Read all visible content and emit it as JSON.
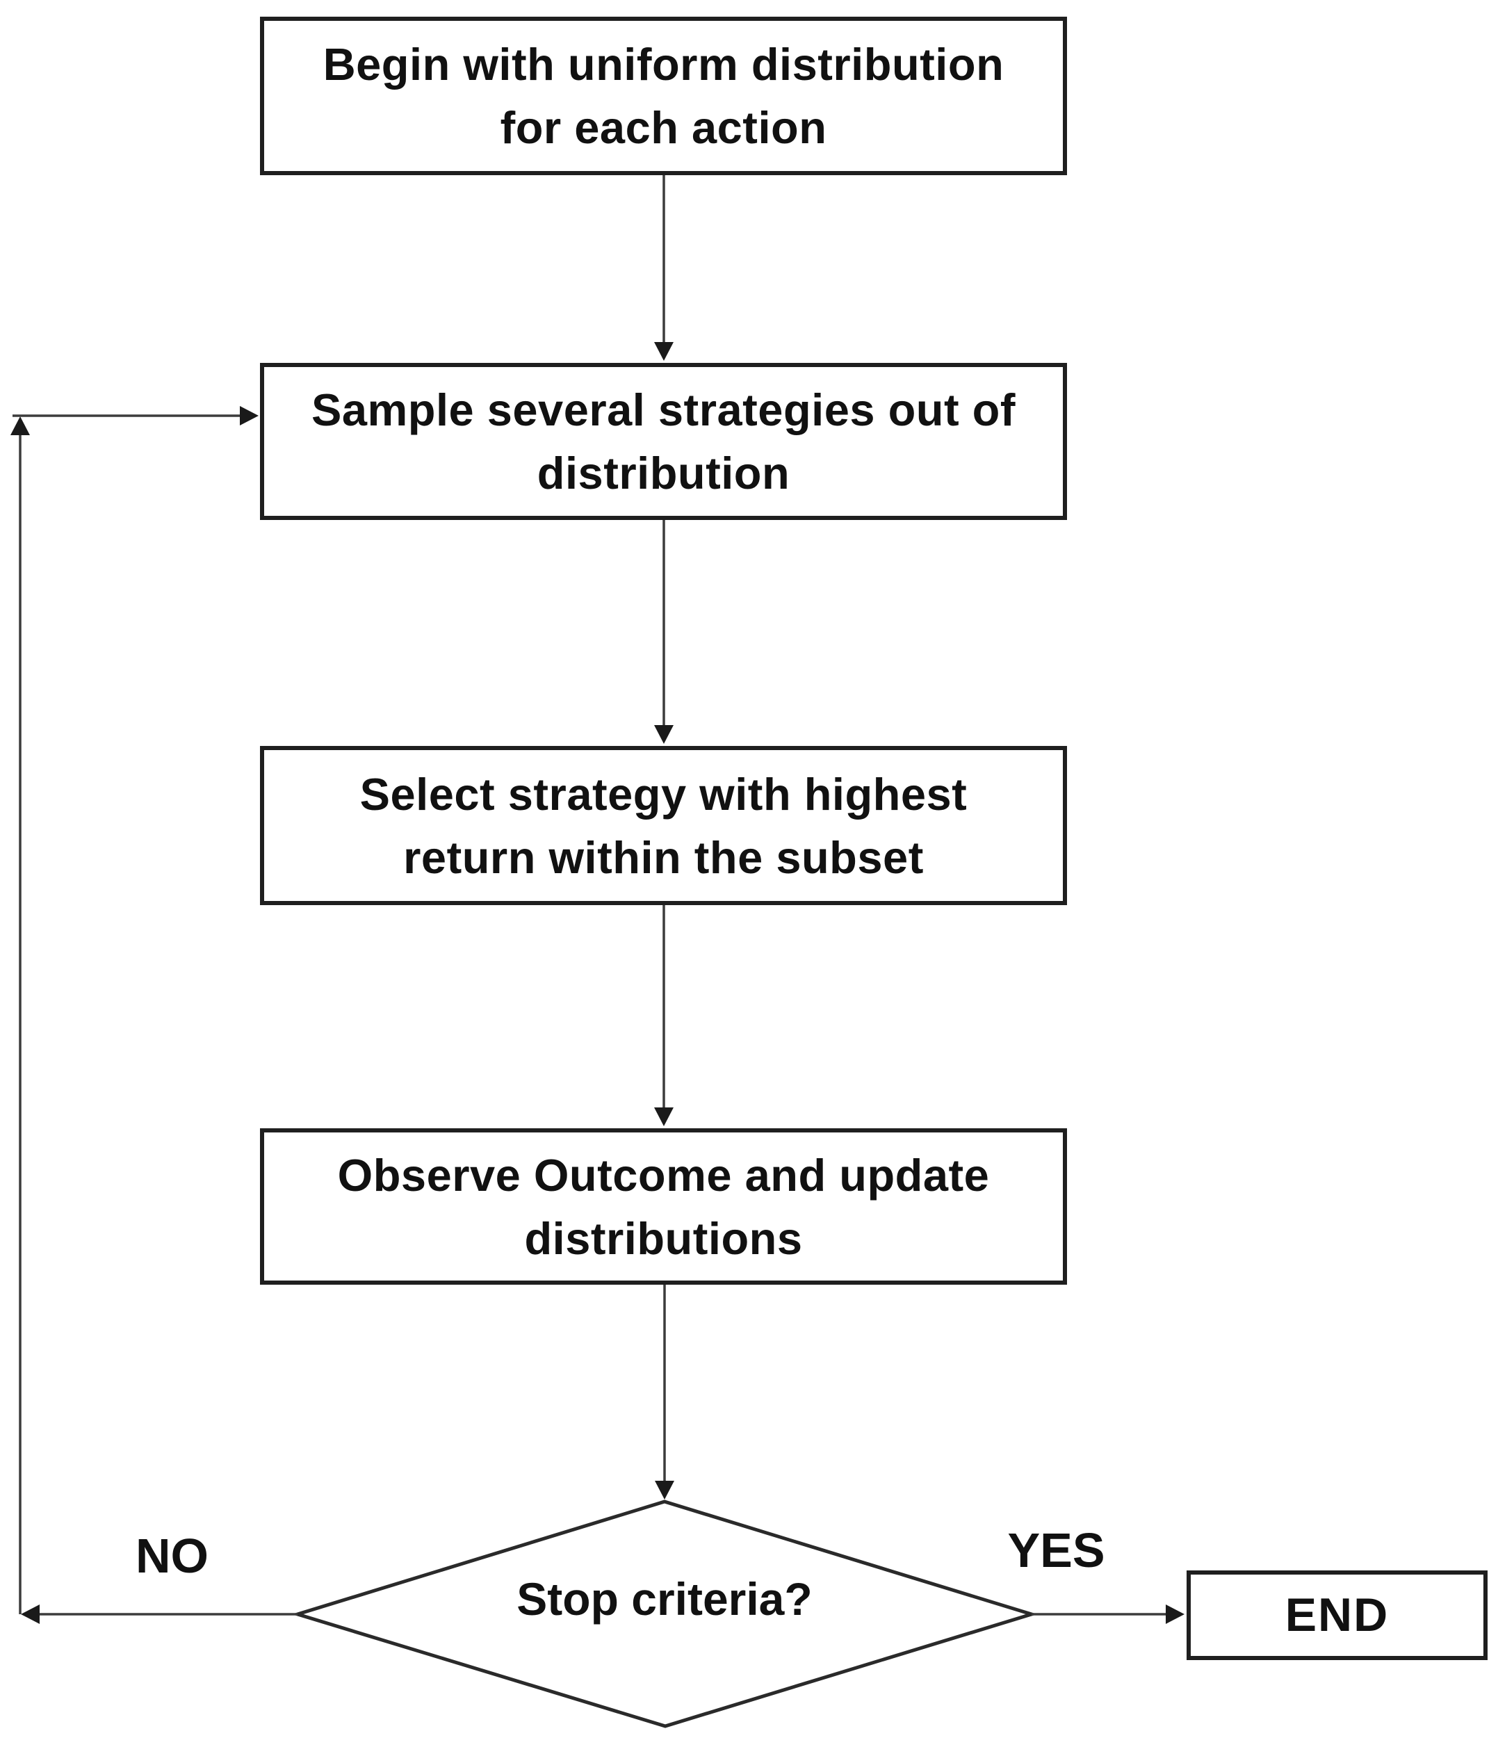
{
  "diagram": {
    "type": "flowchart",
    "nodes": [
      {
        "id": "begin",
        "shape": "process",
        "label": "Begin with uniform distribution\nfor each action"
      },
      {
        "id": "sample",
        "shape": "process",
        "label": "Sample several strategies out of\ndistribution"
      },
      {
        "id": "select",
        "shape": "process",
        "label": "Select strategy with highest\nreturn within the subset"
      },
      {
        "id": "observe",
        "shape": "process",
        "label": "Observe Outcome and update\ndistributions"
      },
      {
        "id": "stop",
        "shape": "decision",
        "label": "Stop criteria?"
      },
      {
        "id": "end",
        "shape": "terminal",
        "label": "END"
      }
    ],
    "edges": [
      {
        "from": "begin",
        "to": "sample",
        "label": ""
      },
      {
        "from": "sample",
        "to": "select",
        "label": ""
      },
      {
        "from": "select",
        "to": "observe",
        "label": ""
      },
      {
        "from": "observe",
        "to": "stop",
        "label": ""
      },
      {
        "from": "stop",
        "to": "sample",
        "label": "NO"
      },
      {
        "from": "stop",
        "to": "end",
        "label": "YES"
      }
    ],
    "colors": {
      "background": "#ffffff",
      "border": "#1f1f1f",
      "line": "#3c3c3c",
      "arrowhead": "#1a1a1a",
      "text": "#111111"
    }
  }
}
